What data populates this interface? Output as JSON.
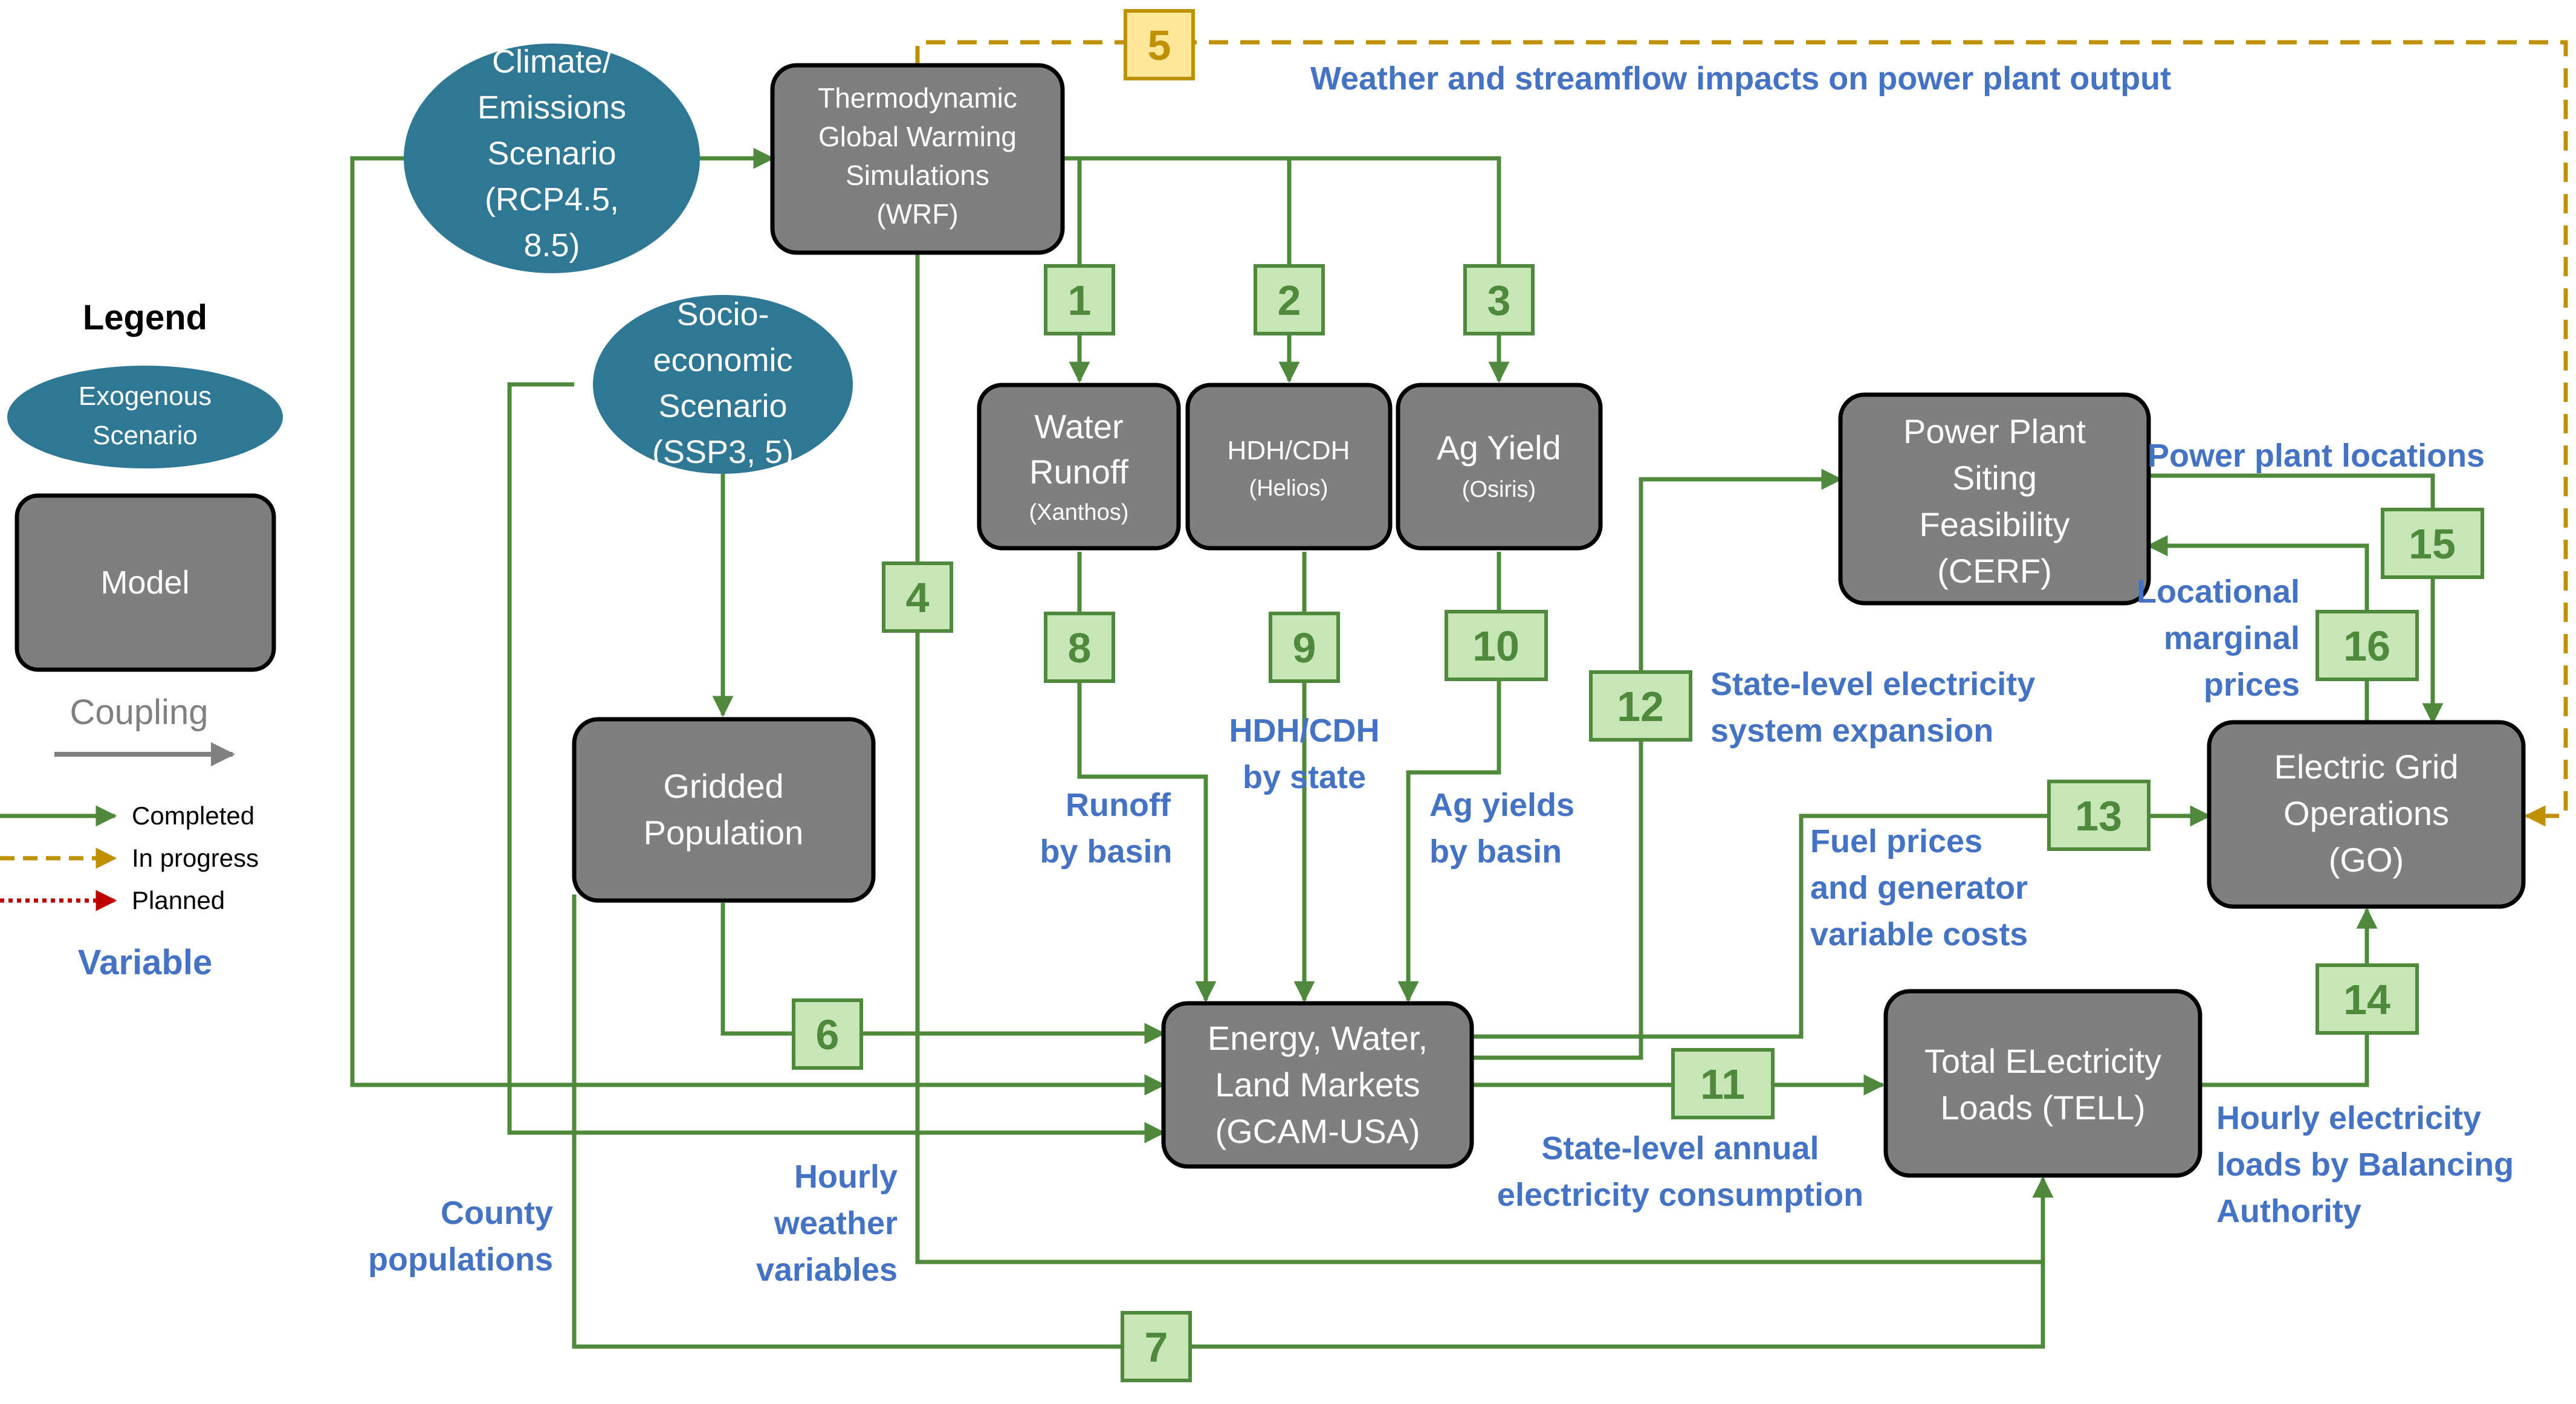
{
  "legend": {
    "title": "Legend",
    "exogenous": [
      "Exogenous",
      "Scenario"
    ],
    "model": "Model",
    "coupling": "Coupling",
    "completed": "Completed",
    "in_progress": "In progress",
    "planned": "Planned",
    "variable": "Variable"
  },
  "scenarios": {
    "climate": [
      "Climate/",
      "Emissions",
      "Scenario",
      "(RCP4.5,",
      "8.5)"
    ],
    "socio": [
      "Socio-",
      "economic",
      "Scenario",
      "(SSP3, 5)"
    ]
  },
  "models": {
    "wrf": [
      "Thermodynamic",
      "Global Warming",
      "Simulations",
      "(WRF)"
    ],
    "xanthos": [
      "Water",
      "Runoff",
      "(Xanthos)"
    ],
    "helios": [
      "HDH/CDH",
      "(Helios)"
    ],
    "osiris": [
      "Ag Yield",
      "(Osiris)"
    ],
    "cerf": [
      "Power Plant",
      "Siting",
      "Feasibility",
      "(CERF)"
    ],
    "go": [
      "Electric Grid",
      "Operations",
      "(GO)"
    ],
    "gridded": [
      "Gridded",
      "Population"
    ],
    "gcam": [
      "Energy, Water,",
      "Land Markets",
      "(GCAM-USA)"
    ],
    "tell": [
      "Total ELectricity",
      "Loads (TELL)"
    ]
  },
  "couplings": [
    "1",
    "2",
    "3",
    "4",
    "5",
    "6",
    "7",
    "8",
    "9",
    "10",
    "11",
    "12",
    "13",
    "14",
    "15",
    "16"
  ],
  "variables": {
    "weather_streamflow": "Weather and streamflow impacts on power plant output",
    "runoff": [
      "Runoff",
      "by basin"
    ],
    "hdh_cdh": [
      "HDH/CDH",
      "by state"
    ],
    "ag_yields": [
      "Ag yields",
      "by basin"
    ],
    "state_expansion": [
      "State-level electricity",
      "system expansion"
    ],
    "pp_locations": "Power plant locations",
    "lmp": [
      "Locational",
      "marginal",
      "prices"
    ],
    "fuel_prices": [
      "Fuel prices",
      "and generator",
      "variable costs"
    ],
    "state_consumption": [
      "State-level annual",
      "electricity consumption"
    ],
    "hourly_loads": [
      "Hourly electricity",
      "loads by Balancing",
      "Authority"
    ],
    "hourly_weather": [
      "Hourly",
      "weather",
      "variables"
    ],
    "county_pop": [
      "County",
      "populations"
    ]
  },
  "colors": {
    "scenario": "#2e7896",
    "model": "#7f7f7f",
    "completed": "#4f8a3c",
    "in_progress": "#bf9000",
    "planned": "#c00000",
    "coupling_fill": "#c6e6b8",
    "in_progress_fill": "#ffe699",
    "variable": "#4472c4"
  }
}
